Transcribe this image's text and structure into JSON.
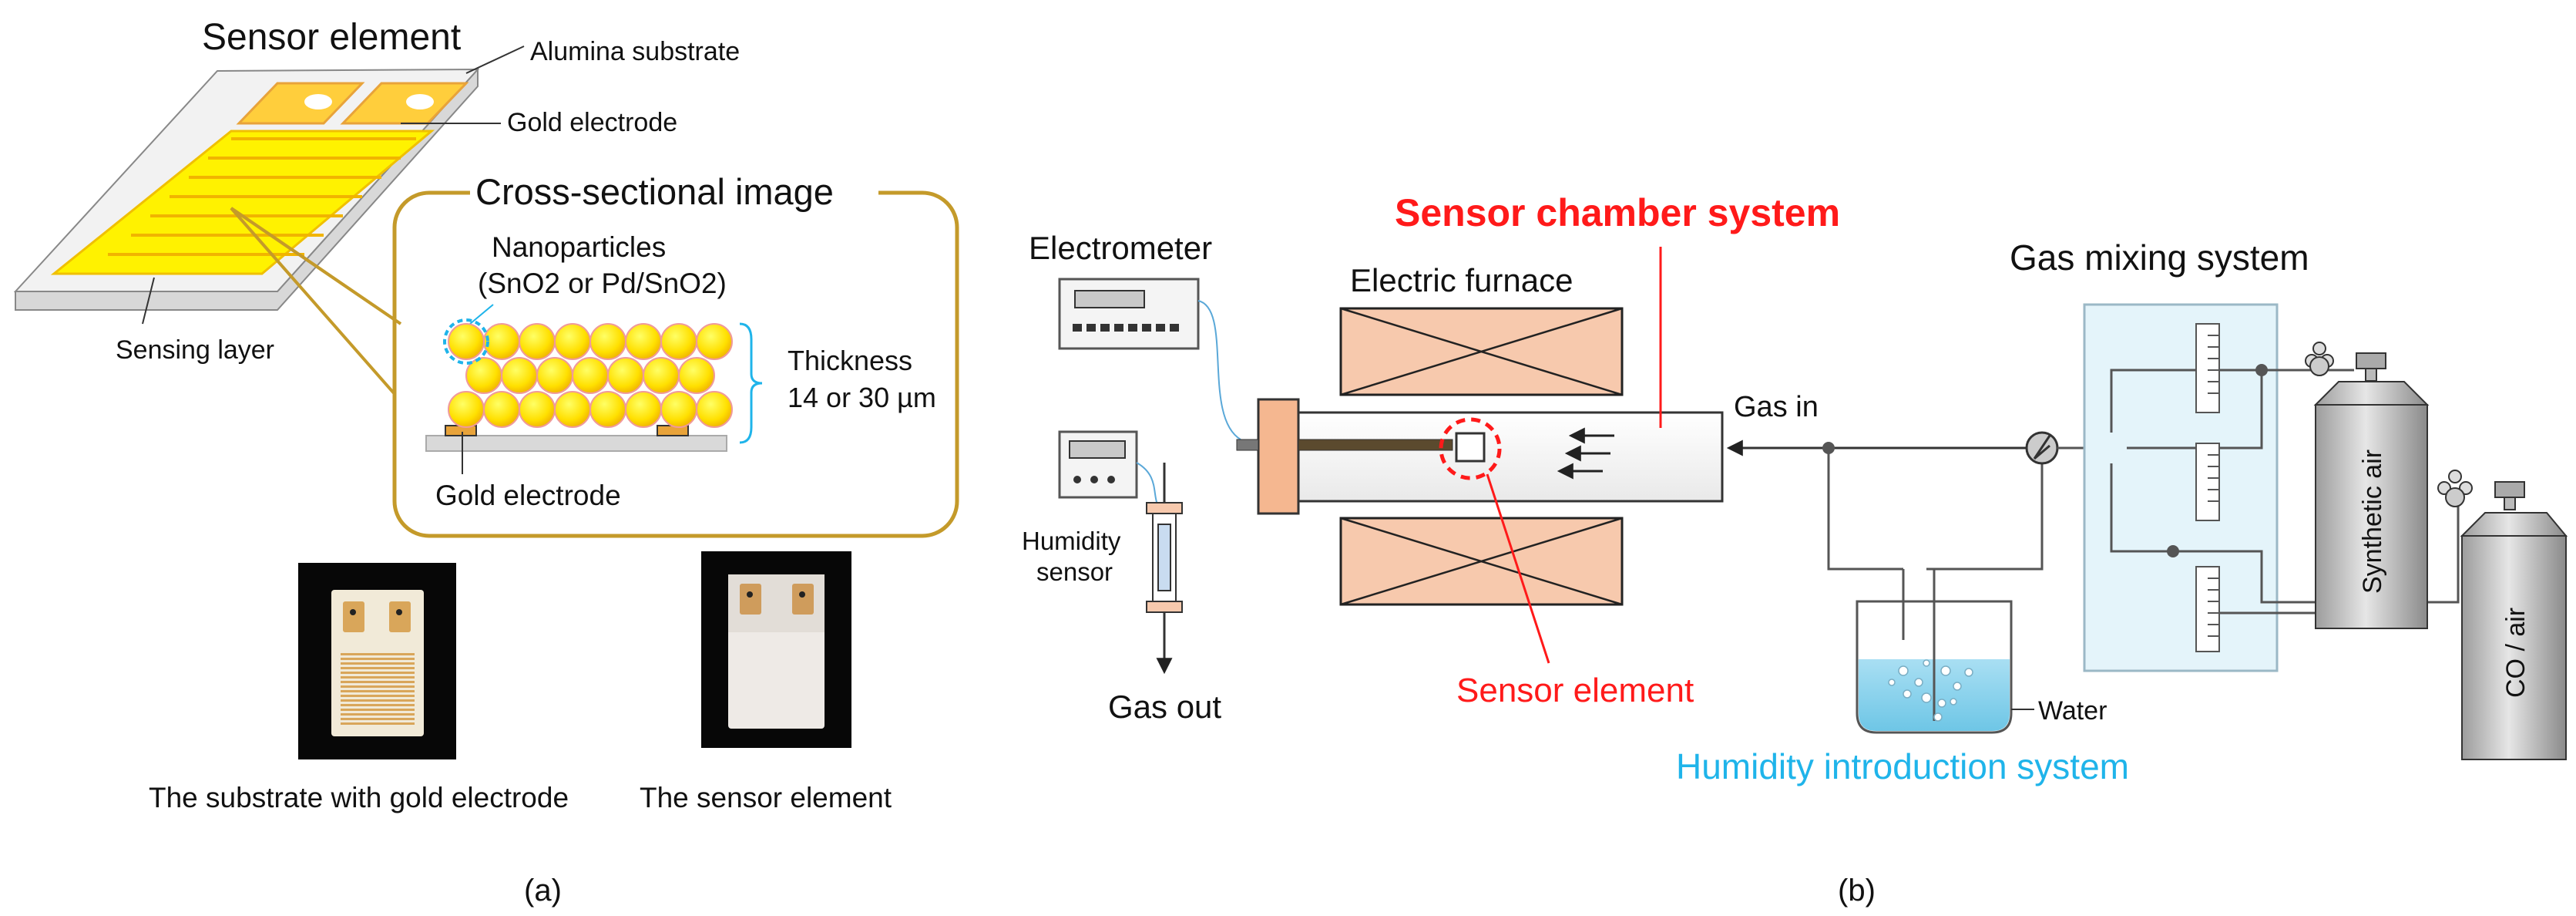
{
  "panel_a": {
    "title": "Sensor element",
    "labels": {
      "alumina_substrate": "Alumina substrate",
      "gold_electrode_top": "Gold electrode",
      "sensing_layer": "Sensing layer"
    },
    "callout": {
      "title": "Cross-sectional image",
      "nanoparticles": "Nanoparticles",
      "nanoparticles_formula": "(SnO2 or Pd/SnO2)",
      "thickness_label": "Thickness",
      "thickness_value": "14 or 30 µm",
      "gold_electrode": "Gold electrode"
    },
    "photos": {
      "left_caption": "The substrate with gold electrode",
      "right_caption": "The sensor element"
    },
    "panel_label": "(a)"
  },
  "panel_b": {
    "titles": {
      "sensor_chamber": "Sensor chamber system",
      "gas_mixing": "Gas mixing system",
      "humidity_introduction": "Humidity introduction system"
    },
    "labels": {
      "electrometer": "Electrometer",
      "electric_furnace": "Electric furnace",
      "gas_in": "Gas in",
      "humidity_sensor_line1": "Humidity",
      "humidity_sensor_line2": "sensor",
      "gas_out": "Gas out",
      "sensor_element": "Sensor element",
      "water": "Water",
      "synthetic_air": "Synthetic air",
      "co_air": "CO / air"
    },
    "panel_label": "(b)"
  },
  "colors": {
    "title_red": "#ff1a1a",
    "humidity_blue": "#1fb4ea",
    "gold": "#e8a33a",
    "sensing_yellow": "#fff200",
    "furnace_fill": "#f7c9ad",
    "callout_border": "#c49a2a",
    "mixing_box": "#e4f4fa"
  }
}
